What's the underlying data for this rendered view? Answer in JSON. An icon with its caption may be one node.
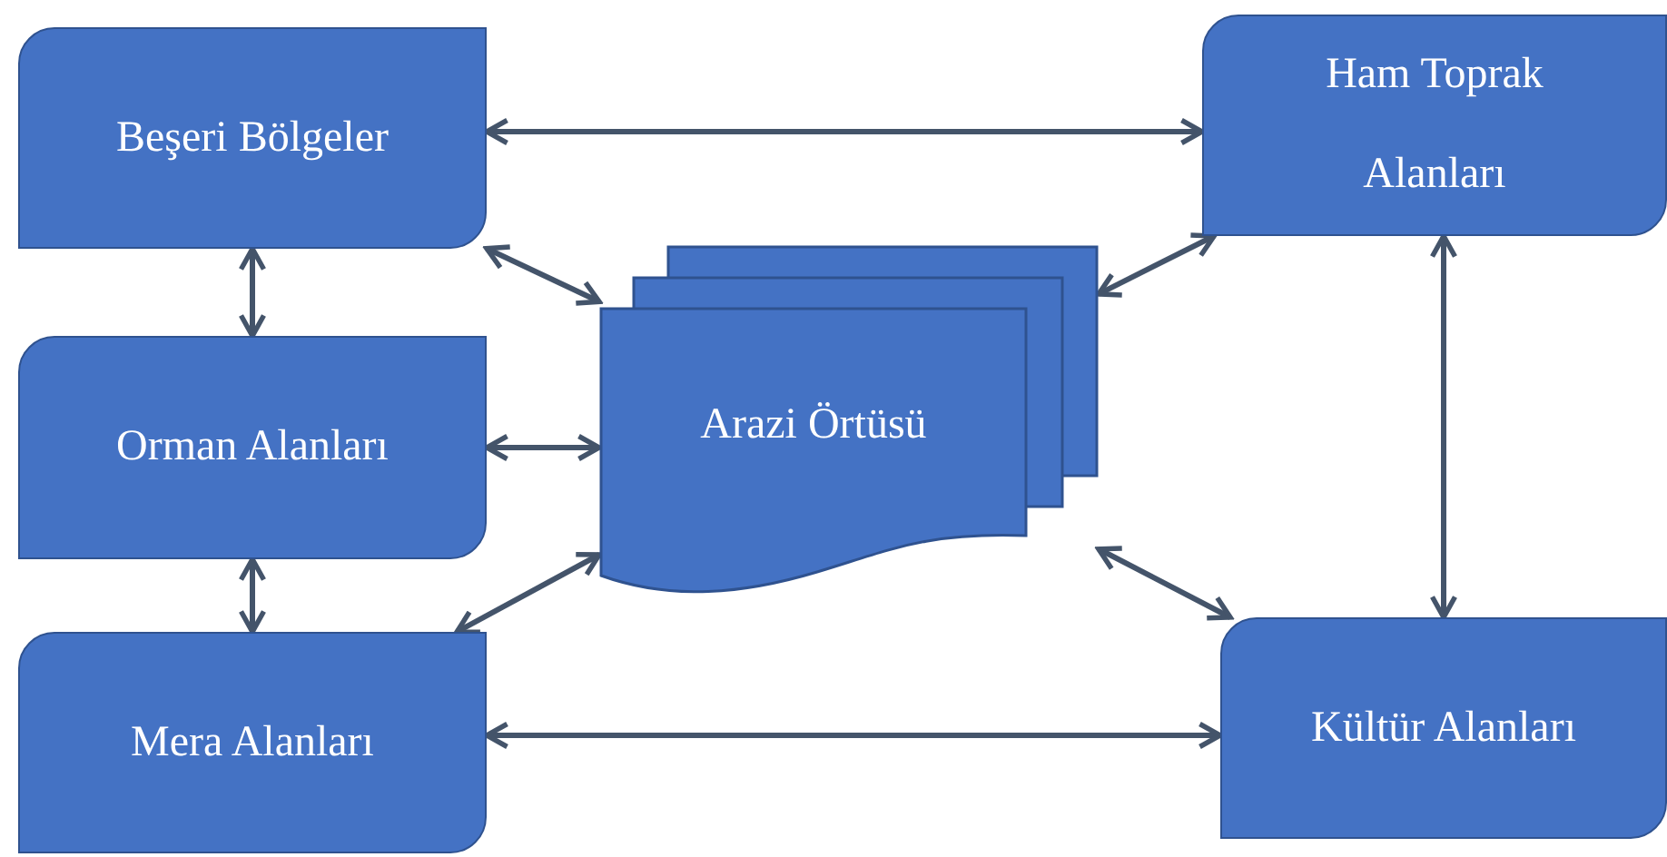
{
  "diagram": {
    "nodes": [
      {
        "text": [
          "Beşeri Bölgeler"
        ]
      },
      {
        "text": [
          "Ham Toprak Alanları"
        ]
      },
      {
        "text": [
          "Orman Alanları"
        ]
      },
      {
        "text": [
          "Arazi Örtüsü"
        ]
      },
      {
        "text": [
          "Mera Alanları"
        ]
      },
      {
        "text": [
          "Kültür Alanları"
        ]
      }
    ],
    "edges": [
      {
        "from": 0,
        "to": 1,
        "arrow": "both"
      },
      {
        "from": 0,
        "to": 2,
        "arrow": "both"
      },
      {
        "from": 0,
        "to": 3,
        "arrow": "both"
      },
      {
        "from": 1,
        "to": 3,
        "arrow": "both"
      },
      {
        "from": 1,
        "to": 5,
        "arrow": "both"
      },
      {
        "from": 2,
        "to": 3,
        "arrow": "both"
      },
      {
        "from": 2,
        "to": 4,
        "arrow": "both"
      },
      {
        "from": 3,
        "to": 4,
        "arrow": "both"
      },
      {
        "from": 3,
        "to": 5,
        "arrow": "both"
      },
      {
        "from": 4,
        "to": 5,
        "arrow": "both"
      }
    ]
  }
}
